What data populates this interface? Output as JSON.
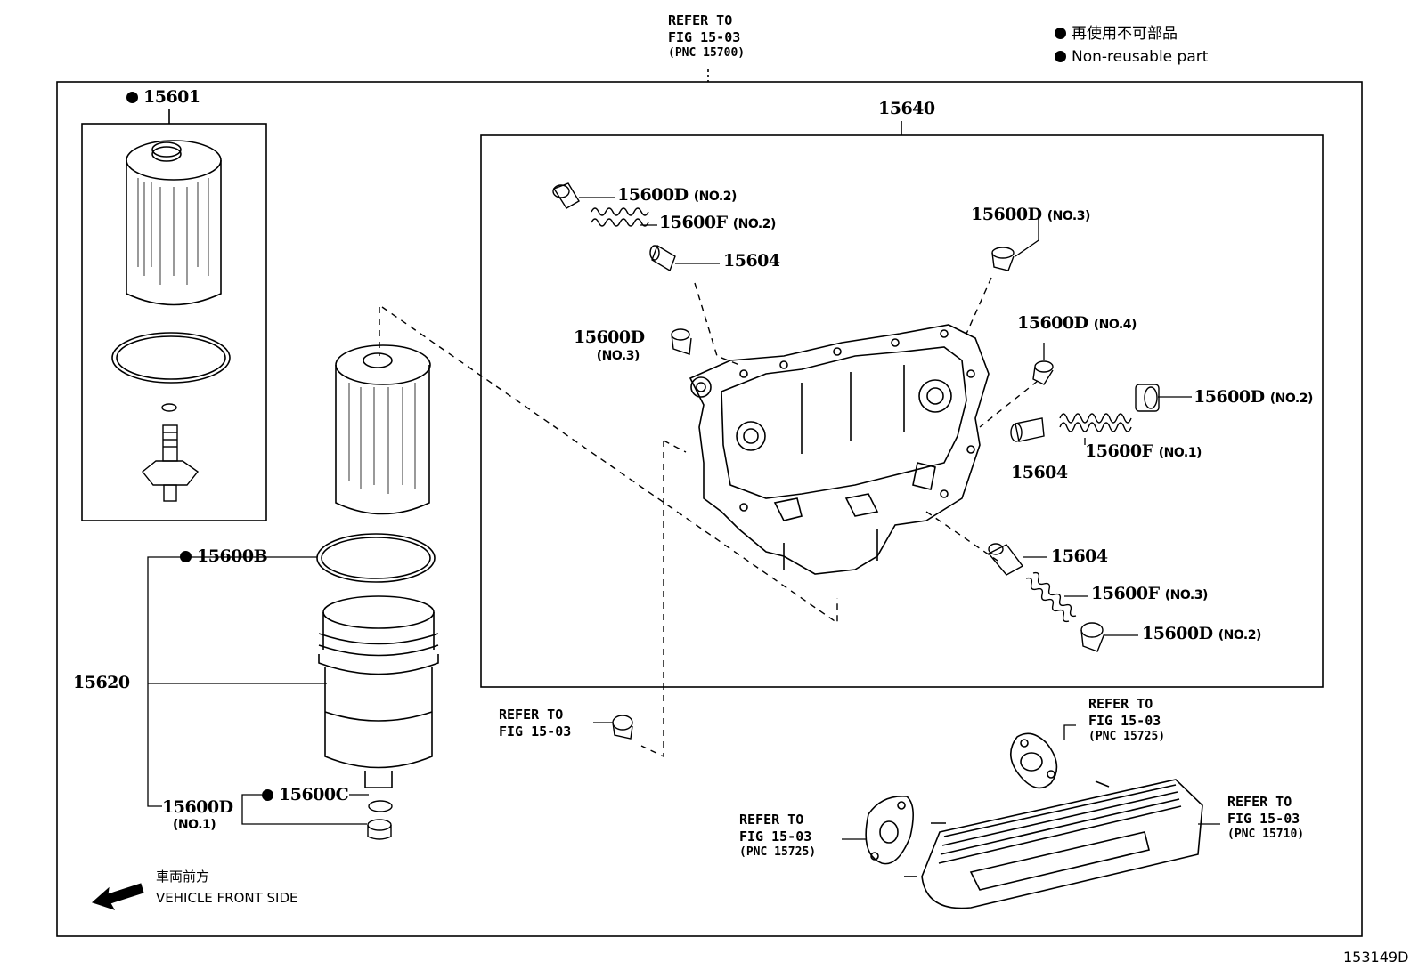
{
  "legend": {
    "bullet_jp": "再使用不可部品",
    "bullet_en": "Non-reusable part"
  },
  "refer_top": {
    "line1": "REFER TO",
    "line2": "FIG 15-03",
    "line3": "(PNC 15700)"
  },
  "refer_plug": {
    "line1": "REFER TO",
    "line2": "FIG 15-03"
  },
  "refer_gasket_right": {
    "line1": "REFER TO",
    "line2": "FIG 15-03",
    "line3": "(PNC 15725)"
  },
  "refer_gasket_left": {
    "line1": "REFER TO",
    "line2": "FIG 15-03",
    "line3": "(PNC 15725)"
  },
  "refer_cooler": {
    "line1": "REFER TO",
    "line2": "FIG 15-03",
    "line3": "(PNC 15710)"
  },
  "parts": {
    "p15601": "15601",
    "p15640": "15640",
    "p15600B": "15600B",
    "p15620": "15620",
    "p15600C": "15600C",
    "p15600D_no1": "15600D",
    "p15600D_no1_sub": "(NO.1)",
    "p15600D_tl": "15600D",
    "p15600D_tl_sub": "(NO.2)",
    "p15600F_tl": "15600F",
    "p15600F_tl_sub": "(NO.2)",
    "p15604_tl": "15604",
    "p15600D_mid": "15600D",
    "p15600D_mid_sub": "(NO.3)",
    "p15600D_tr": "15600D",
    "p15600D_tr_sub": "(NO.3)",
    "p15600D_no4": "15600D",
    "p15600D_no4_sub": "(NO.4)",
    "p15600D_r": "15600D",
    "p15600D_r_sub": "(NO.2)",
    "p15600F_r": "15600F",
    "p15600F_r_sub": "(NO.1)",
    "p15604_r": "15604",
    "p15604_br": "15604",
    "p15600F_br": "15600F",
    "p15600F_br_sub": "(NO.3)",
    "p15600D_br": "15600D",
    "p15600D_br_sub": "(NO.2)"
  },
  "direction": {
    "jp": "車両前方",
    "en": "VEHICLE FRONT SIDE"
  },
  "figure_id": "153149D"
}
